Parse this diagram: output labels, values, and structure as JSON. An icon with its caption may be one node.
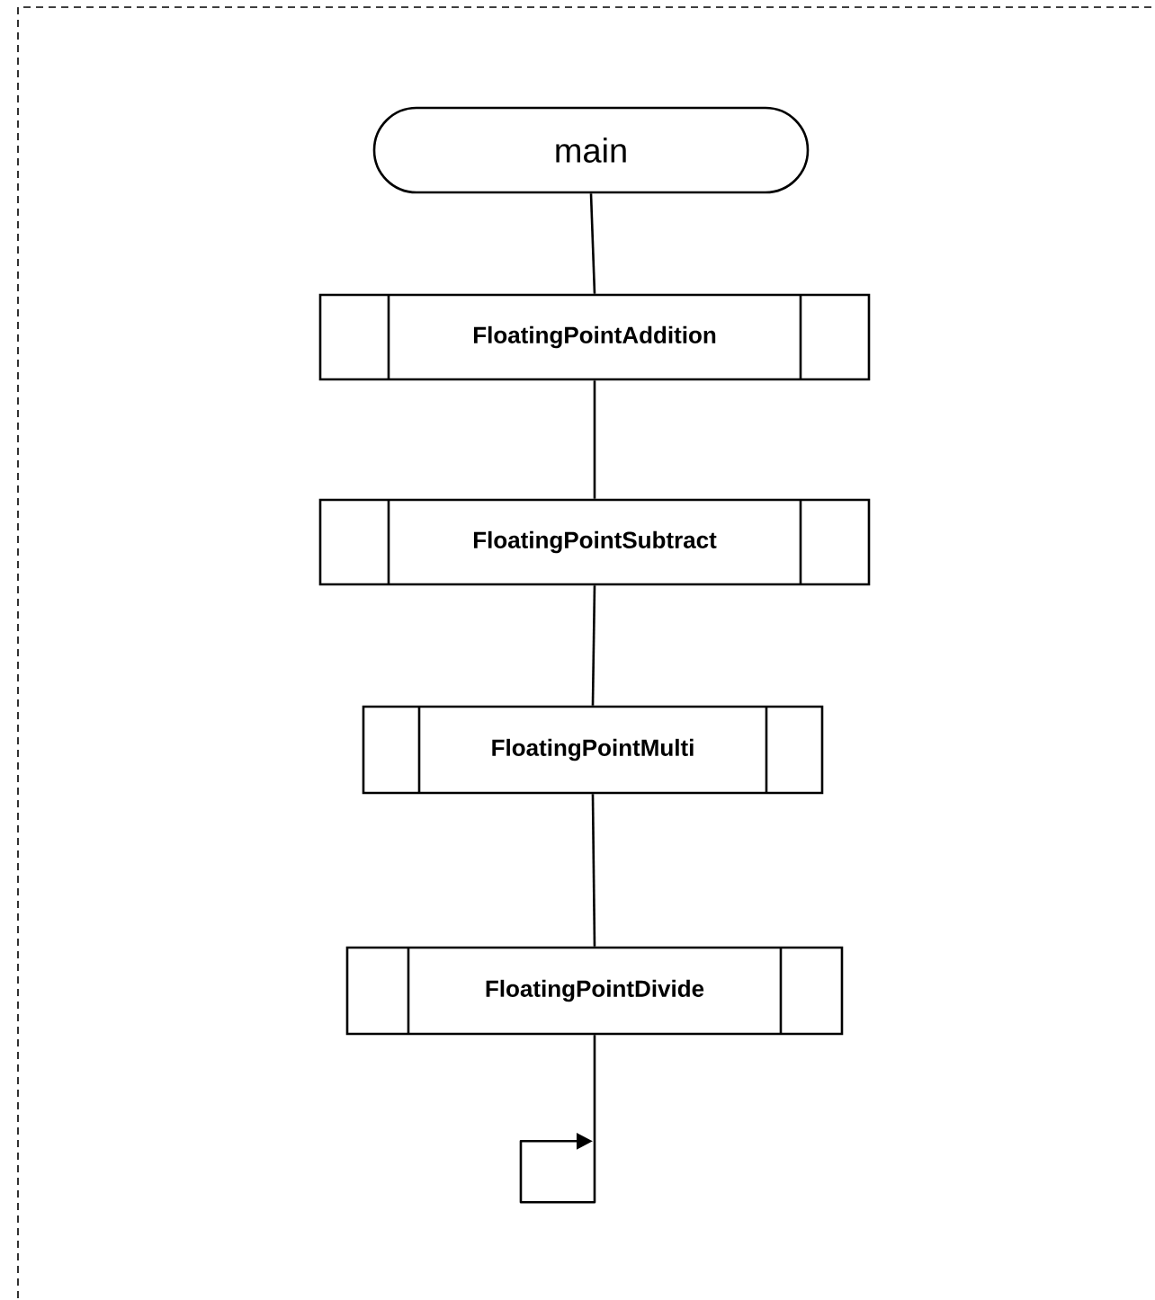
{
  "diagram": {
    "nodes": [
      {
        "text": [
          "main"
        ]
      },
      {
        "text": [
          "FloatingPointAddition"
        ]
      },
      {
        "text": [
          "FloatingPointSubtract"
        ]
      },
      {
        "text": [
          "FloatingPointMulti"
        ]
      },
      {
        "text": [
          "FloatingPointDivide"
        ]
      }
    ],
    "edges": [
      {
        "from": 0,
        "to": 1,
        "arrow": "none"
      },
      {
        "from": 1,
        "to": 2,
        "arrow": "none"
      },
      {
        "from": 2,
        "to": 3,
        "arrow": "none"
      },
      {
        "from": 3,
        "to": 4,
        "arrow": "none"
      },
      {
        "from": 4,
        "to": null,
        "arrow": "to"
      }
    ]
  }
}
